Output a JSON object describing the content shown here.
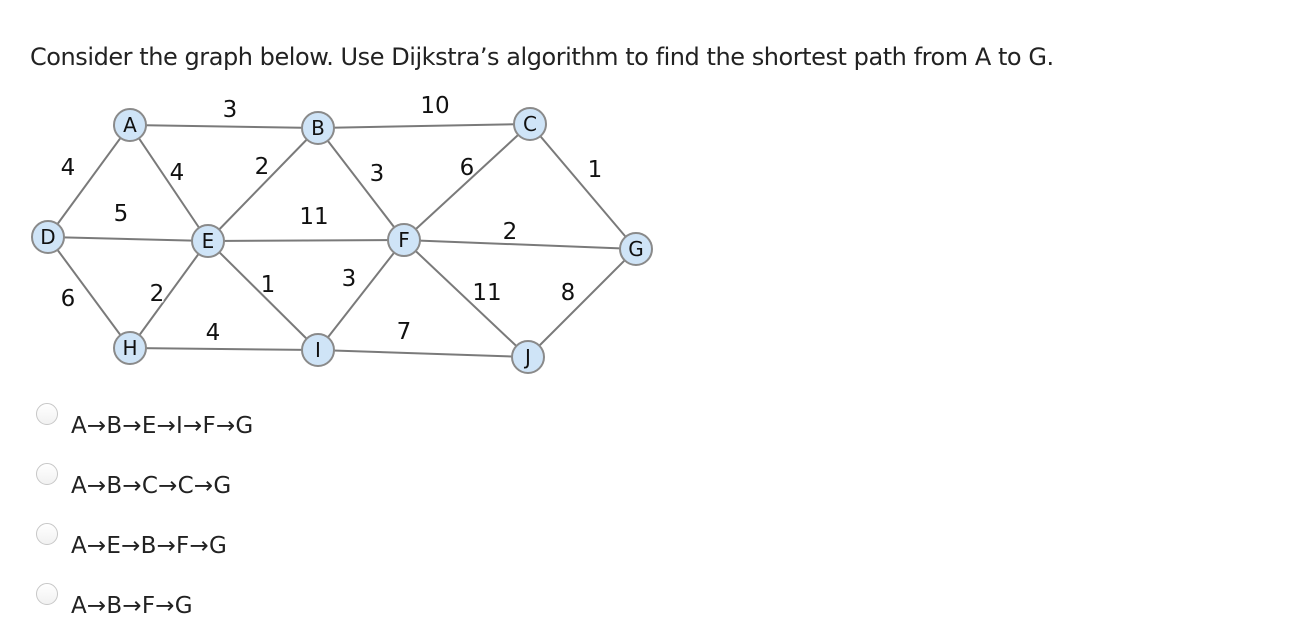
{
  "question": {
    "text": "Consider the graph below. Use Dijkstra’s algorithm to find the shortest path from A to G."
  },
  "graph": {
    "nodes": [
      {
        "id": "A",
        "label": "A"
      },
      {
        "id": "B",
        "label": "B"
      },
      {
        "id": "C",
        "label": "C"
      },
      {
        "id": "D",
        "label": "D"
      },
      {
        "id": "E",
        "label": "E"
      },
      {
        "id": "F",
        "label": "F"
      },
      {
        "id": "G",
        "label": "G"
      },
      {
        "id": "H",
        "label": "H"
      },
      {
        "id": "I",
        "label": "I"
      },
      {
        "id": "J",
        "label": "J"
      }
    ],
    "edges": [
      {
        "from": "A",
        "to": "B",
        "weight": "3"
      },
      {
        "from": "B",
        "to": "C",
        "weight": "10"
      },
      {
        "from": "A",
        "to": "D",
        "weight": "4"
      },
      {
        "from": "A",
        "to": "E",
        "weight": "4"
      },
      {
        "from": "B",
        "to": "E",
        "weight": "2"
      },
      {
        "from": "B",
        "to": "F",
        "weight": "3"
      },
      {
        "from": "C",
        "to": "F",
        "weight": "6"
      },
      {
        "from": "C",
        "to": "G",
        "weight": "1"
      },
      {
        "from": "D",
        "to": "E",
        "weight": "5"
      },
      {
        "from": "E",
        "to": "F",
        "weight": "11"
      },
      {
        "from": "F",
        "to": "G",
        "weight": "2"
      },
      {
        "from": "D",
        "to": "H",
        "weight": "6"
      },
      {
        "from": "E",
        "to": "H",
        "weight": "2"
      },
      {
        "from": "E",
        "to": "I",
        "weight": "1"
      },
      {
        "from": "F",
        "to": "I",
        "weight": "3"
      },
      {
        "from": "F",
        "to": "J",
        "weight": "11"
      },
      {
        "from": "G",
        "to": "J",
        "weight": "8"
      },
      {
        "from": "H",
        "to": "I",
        "weight": "4"
      },
      {
        "from": "I",
        "to": "J",
        "weight": "7"
      }
    ]
  },
  "options": [
    {
      "label": "A→B→E→I→F→G"
    },
    {
      "label": "A→B→C→C→G"
    },
    {
      "label": "A→E→B→F→G"
    },
    {
      "label": "A→B→F→G"
    }
  ]
}
